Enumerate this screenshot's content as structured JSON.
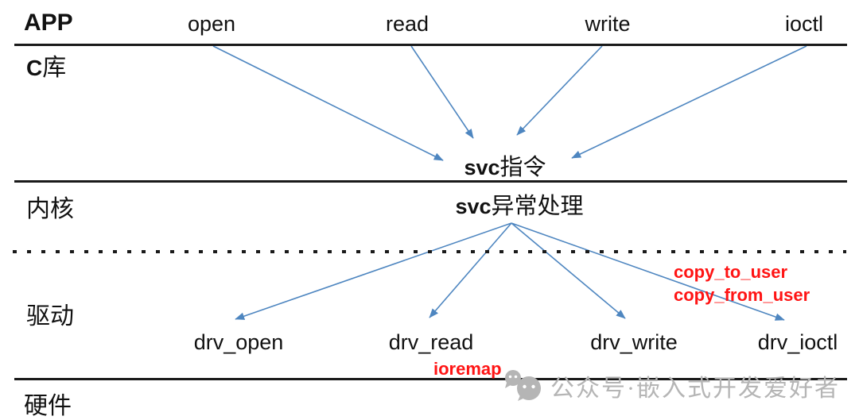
{
  "diagram_title": "linux-driver-syscall-flow",
  "lanes": {
    "app": "APP",
    "clib_latin": "C",
    "clib_cjk": "库",
    "kernel": "内核",
    "driver": "驱动",
    "hardware": "硬件"
  },
  "app_functions": [
    "open",
    "read",
    "write",
    "ioctl"
  ],
  "svc_instruction": {
    "latin": "svc",
    "cjk": "指令"
  },
  "svc_handler": {
    "latin": "svc",
    "cjk": "异常处理"
  },
  "driver_functions": [
    "drv_open",
    "drv_read",
    "drv_write",
    "drv_ioctl"
  ],
  "annotations": {
    "copy_to_user": "copy_to_user",
    "copy_from_user": "copy_from_user",
    "ioremap": "ioremap"
  },
  "watermark": {
    "icon": "wechat-icon",
    "text": "公众号·嵌入式开发爱好者"
  },
  "colors": {
    "arrow_blue": "#4e86c0",
    "annotation_red": "#ff1414",
    "line_black": "#1a1a1a",
    "watermark_gray": "#b5b5b5"
  }
}
